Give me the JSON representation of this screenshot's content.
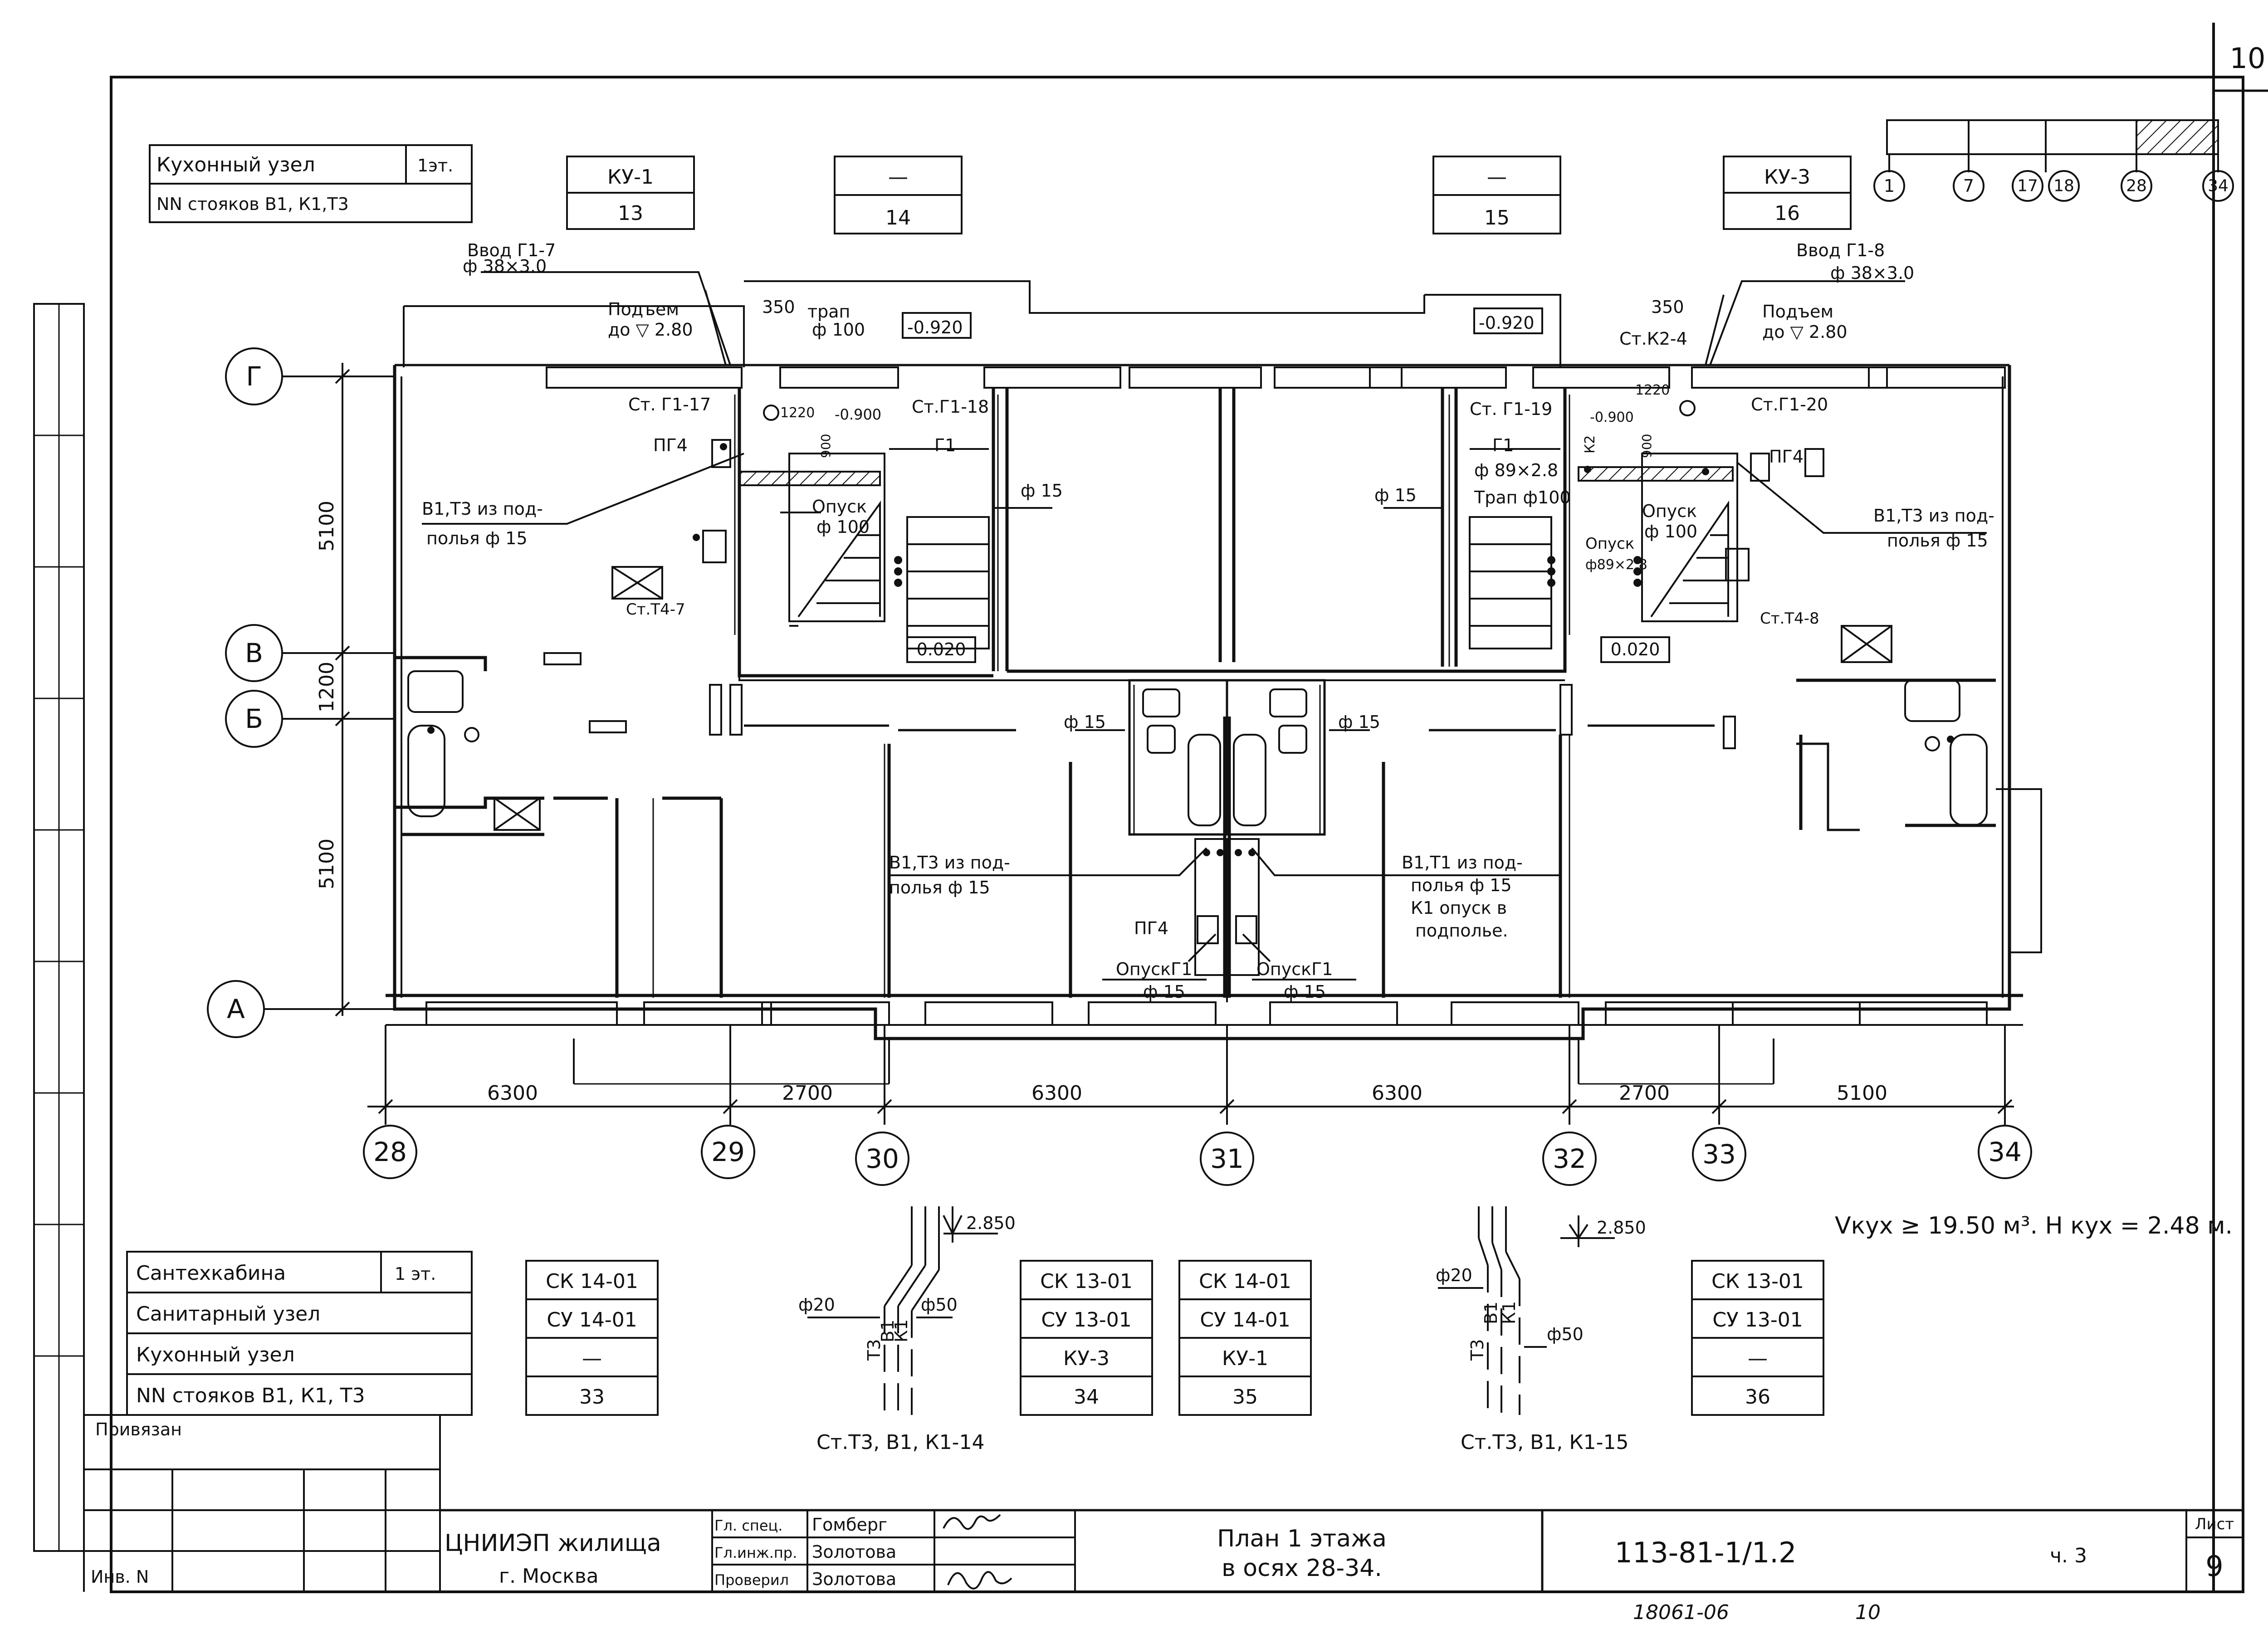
{
  "sheet_number": "10",
  "top_left_table": {
    "row1_title": "Кухонный узел",
    "row1_floor": "1эт.",
    "row2_title": "NN стояков В1, К1,Т3"
  },
  "top_codes": [
    {
      "code": "КУ-1",
      "num": "13"
    },
    {
      "code": "—",
      "num": "14"
    },
    {
      "code": "—",
      "num": "15"
    },
    {
      "code": "КУ-3",
      "num": "16"
    }
  ],
  "key_plan_labels": [
    "1",
    "7",
    "17",
    "18",
    "28",
    "34"
  ],
  "axes_vertical": [
    "Г",
    "В",
    "Б",
    "А"
  ],
  "axes_horizontal": [
    "28",
    "29",
    "30",
    "31",
    "32",
    "33",
    "34"
  ],
  "dims_vertical": [
    "5100",
    "1200",
    "5100"
  ],
  "dims_horizontal": [
    "6300",
    "2700",
    "6300",
    "6300",
    "2700",
    "5100"
  ],
  "plan_labels": {
    "vvod_left": "Ввод Г1-7",
    "vvod_left_size": "ф 38×3.0",
    "podjem_left": "Подъем",
    "podjem_left_level": "до ▽ 2.80",
    "d350_left": "350",
    "trap_left": "трап",
    "trap_left_d": "ф 100",
    "level_m0920_left": "-0.920",
    "st_g1_17": "Ст. Г1-17",
    "d1220_left": "1220",
    "level_m0900_left": "-0.900",
    "st_g1_18": "Ст.Г1-18",
    "pg4_left": "ПГ4",
    "g1_left": "Г1",
    "d900_left": "900",
    "v1t3_left_top": "В1,Т3 из под-",
    "v1t3_left_top2": "полья ф 15",
    "opusk_left": "Опуск",
    "opusk_left_d": "ф 100",
    "phi15_a": "ф 15",
    "st_t4_7": "Ст.Т4-7",
    "level_0020_left": "0.020",
    "vvod_right": "Ввод Г1-8",
    "vvod_right_size": "ф 38×3.0",
    "podjem_right": "Подъем",
    "podjem_right_level": "до ▽ 2.80",
    "d350_right": "350",
    "level_m0920_right": "-0.920",
    "st_k2_4": "Ст.К2-4",
    "d1220_right": "1220",
    "st_g1_19": "Ст. Г1-19",
    "st_g1_20": "Ст.Г1-20",
    "level_m0900_right": "-0.900",
    "k2": "К2",
    "pg4_right": "ПГ4",
    "g1_right": "Г1",
    "d900_right": "900",
    "phi89": "ф 89×2.8",
    "trap_right": "Трап ф100",
    "phi15_b": "ф 15",
    "opusk_right": "Опуск",
    "opusk_right_d": "ф 100",
    "opusk_right_2": "Опуск",
    "opusk_right_2d": "ф89×2.8",
    "v1t3_right_top": "В1,Т3 из под-",
    "v1t3_right_top2": "полья ф 15",
    "st_t4_8": "Ст.Т4-8",
    "level_0020_right": "0.020",
    "phi15_c": "ф 15",
    "phi15_d": "ф 15",
    "v1t3_mid": "В1,Т3 из под-",
    "v1t3_mid2": "полья ф 15",
    "v1t1_mid": "В1,Т1 из под-",
    "v1t1_mid2": "полья ф 15",
    "k1_opusk": "К1 опуск в",
    "k1_opusk2": "подполье.",
    "pg4_mid": "ПГ4",
    "opusk_g1_left": "ОпускГ1",
    "opusk_g1_left_d": "ф 15",
    "opusk_g1_right": "ОпускГ1",
    "opusk_g1_right_d": "ф 15"
  },
  "volume_note": "Vкух ≥ 19.50 м³. Н кух = 2.48 м.",
  "bottom_left_table": {
    "r1": "Сантехкабина",
    "r1_floor": "1 эт.",
    "r2": "Санитарный узел",
    "r3": "Кухонный узел",
    "r4": "NN стояков В1, К1, Т3"
  },
  "bottom_codes": [
    {
      "r1": "СК 14-01",
      "r2": "СУ 14-01",
      "r3": "—",
      "num": "33"
    },
    {
      "r1": "СК 13-01",
      "r2": "СУ 13-01",
      "r3": "КУ-3",
      "num": "34"
    },
    {
      "r1": "СК 14-01",
      "r2": "СУ 14-01",
      "r3": "КУ-1",
      "num": "35"
    },
    {
      "r1": "СК 13-01",
      "r2": "СУ 13-01",
      "r3": "—",
      "num": "36"
    }
  ],
  "riser_left": {
    "level": "2.850",
    "d20": "ф20",
    "d50": "ф50",
    "pipes": [
      "Т3",
      "В1",
      "К1"
    ],
    "caption": "Ст.Т3, В1, К1-14"
  },
  "riser_right": {
    "level": "2.850",
    "d20": "ф20",
    "d50": "ф50",
    "pipes": [
      "Т3",
      "В1",
      "К1"
    ],
    "caption": "Ст.Т3, В1, К1-15"
  },
  "title_block": {
    "privyazan": "Привязан",
    "inv": "Инв. N",
    "org": "ЦНИИЭП жилища",
    "city": "г. Москва",
    "roles": [
      "Гл. спец.",
      "Гл.инж.пр.",
      "Проверил"
    ],
    "names": [
      "Гомберг",
      "Золотова",
      "Золотова"
    ],
    "sheet_title_1": "План 1 этажа",
    "sheet_title_2": "в осях 28-34.",
    "doc_code": "113-81-1/1.2",
    "part": "ч. 3",
    "list_label": "Лист",
    "list_num": "9",
    "footer_code": "18061-06",
    "footer_num": "10"
  }
}
